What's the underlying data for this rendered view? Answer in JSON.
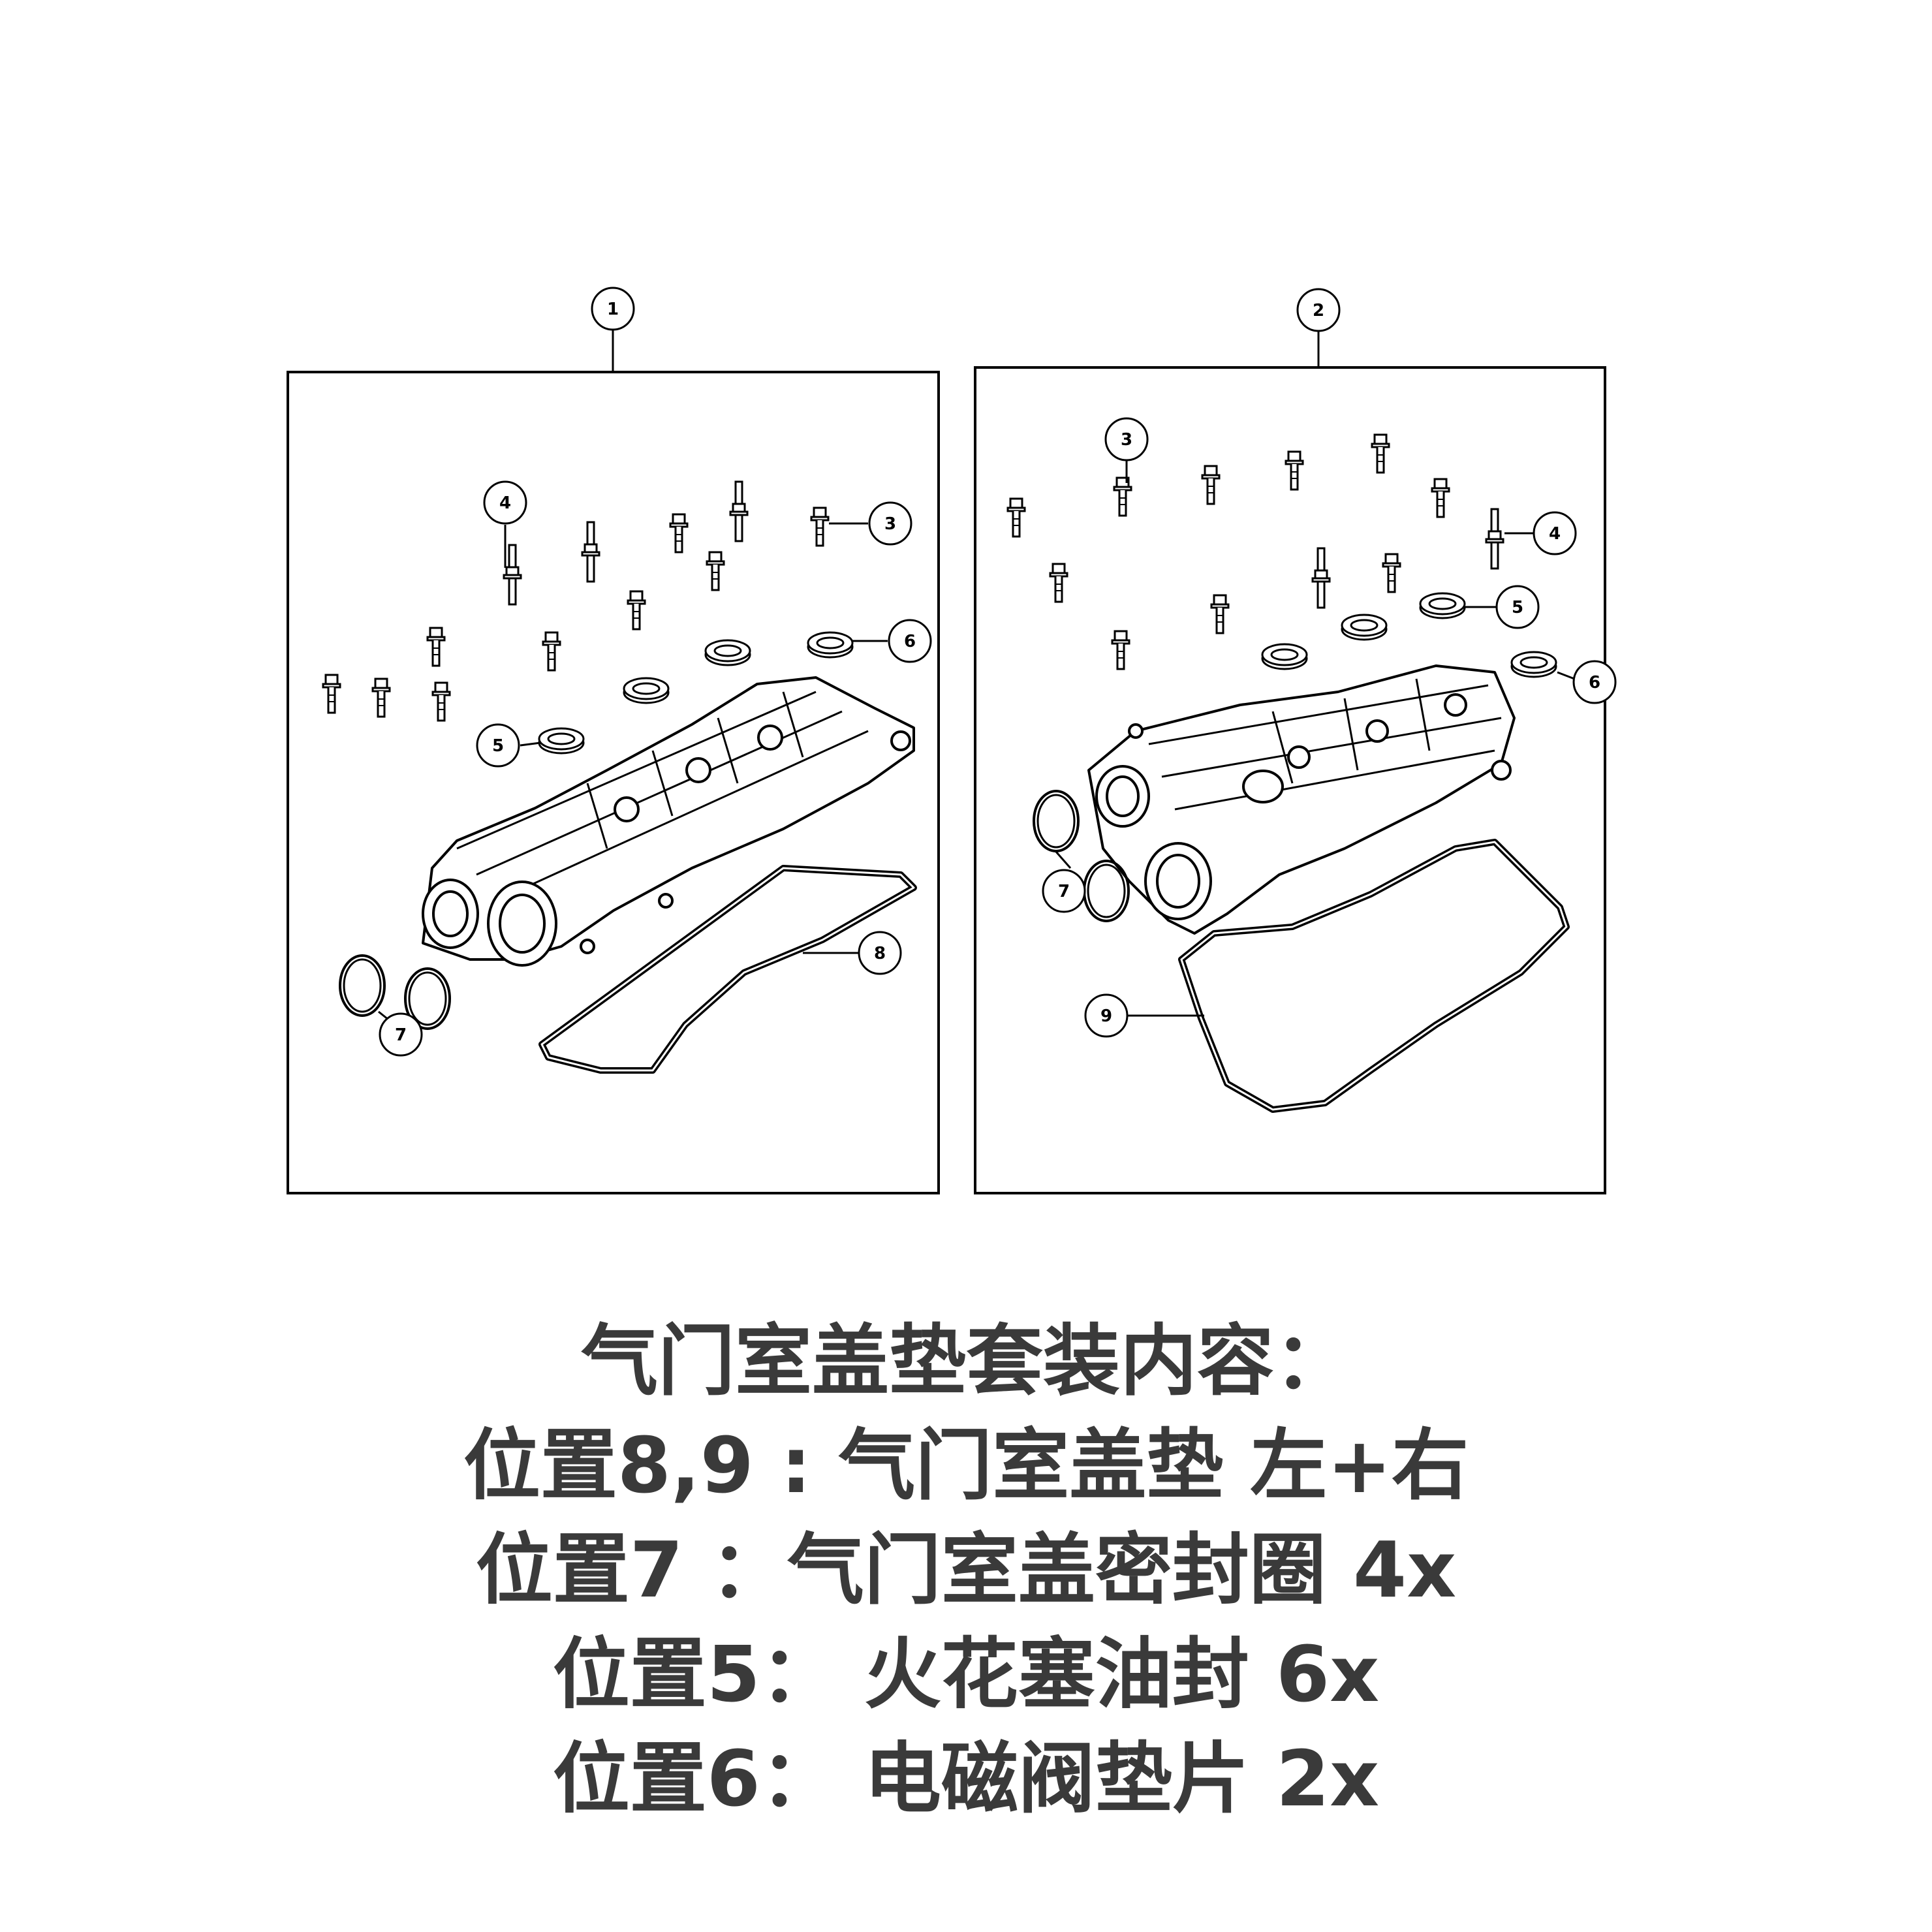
{
  "callouts": {
    "left_panel": {
      "c1": "1",
      "c3": "3",
      "c4": "4",
      "c5": "5",
      "c6": "6",
      "c7": "7",
      "c8": "8"
    },
    "right_panel": {
      "c2": "2",
      "c3": "3",
      "c4": "4",
      "c5": "5",
      "c6": "6",
      "c7": "7",
      "c9": "9"
    }
  },
  "caption": {
    "title": "气门室盖垫套装内容：",
    "line1": "位置8,9 : 气门室盖垫 左+右",
    "line2": "位置7 ：气门室盖密封圈 4x",
    "line3": "位置5： 火花塞油封 6x",
    "line4": "位置6： 电磁阀垫片 2x"
  }
}
